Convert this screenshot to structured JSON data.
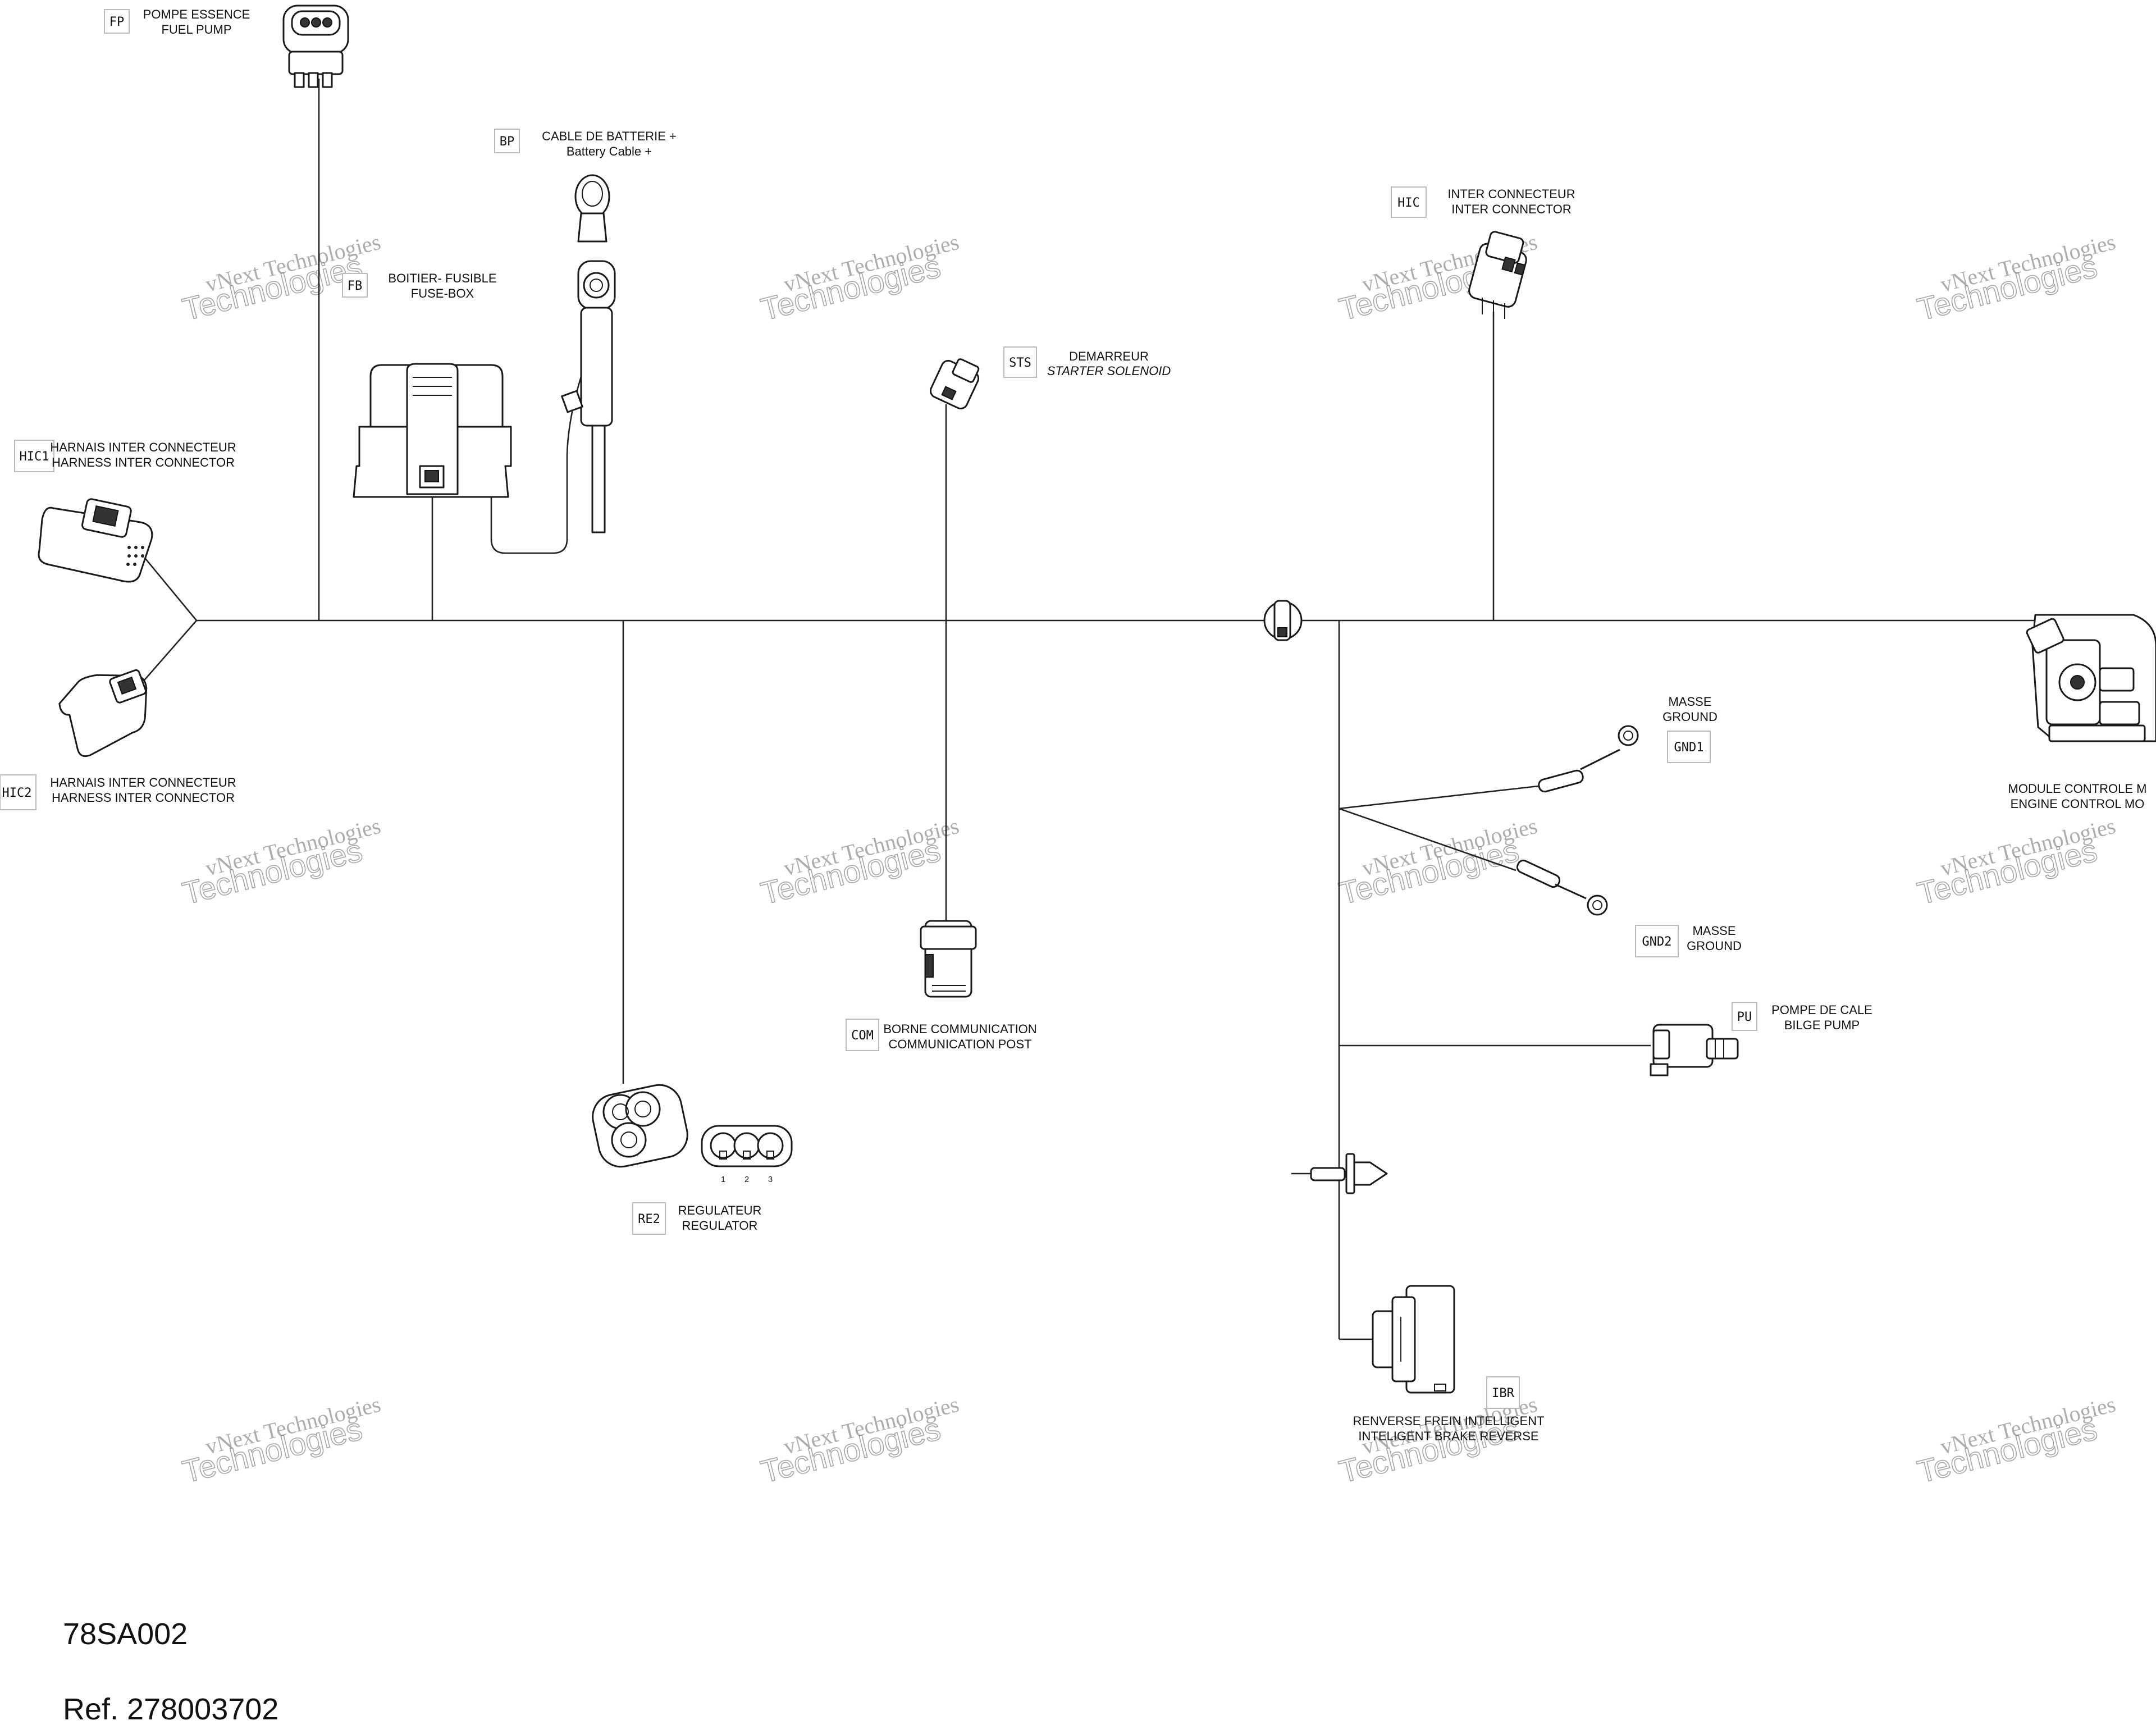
{
  "components": {
    "fp": {
      "code": "FP",
      "line1": "POMPE ESSENCE",
      "line2": "FUEL PUMP"
    },
    "bp": {
      "code": "BP",
      "line1": "CABLE DE BATTERIE +",
      "line2": "Battery Cable +"
    },
    "fb": {
      "code": "FB",
      "line1": "BOITIER- FUSIBLE",
      "line2": "FUSE-BOX"
    },
    "hic": {
      "code": "HIC",
      "line1": "INTER CONNECTEUR",
      "line2": "INTER CONNECTOR"
    },
    "sts": {
      "code": "STS",
      "line1": "DEMARREUR",
      "line2": "STARTER SOLENOID"
    },
    "hic1": {
      "code": "HIC1",
      "line1": "HARNAIS INTER CONNECTEUR",
      "line2": "HARNESS INTER CONNECTOR"
    },
    "hic2": {
      "code": "HIC2",
      "line1": "HARNAIS INTER CONNECTEUR",
      "line2": "HARNESS INTER CONNECTOR"
    },
    "gnd1": {
      "code": "GND1",
      "line1": "MASSE",
      "line2": "GROUND"
    },
    "gnd2": {
      "code": "GND2",
      "line1": "MASSE",
      "line2": "GROUND"
    },
    "ecm": {
      "line1": "MODULE CONTROLE M",
      "line2": "ENGINE CONTROL MO"
    },
    "com": {
      "code": "COM",
      "line1": "BORNE COMMUNICATION",
      "line2": "COMMUNICATION POST"
    },
    "pu": {
      "code": "PU",
      "line1": "POMPE DE CALE",
      "line2": "BILGE PUMP"
    },
    "re2": {
      "code": "RE2",
      "line1": "REGULATEUR",
      "line2": "REGULATOR",
      "pins": [
        "1",
        "2",
        "3"
      ]
    },
    "ibr": {
      "code": "IBR",
      "line1": "RENVERSE FREIN INTELLIGENT",
      "line2": "INTELIGENT BRAKE REVERSE"
    }
  },
  "watermark": {
    "line1": "vNext Technologies",
    "line2": "Technologies"
  },
  "footer": {
    "drawing_id": "78SA002",
    "ref": "Ref. 278003702"
  }
}
